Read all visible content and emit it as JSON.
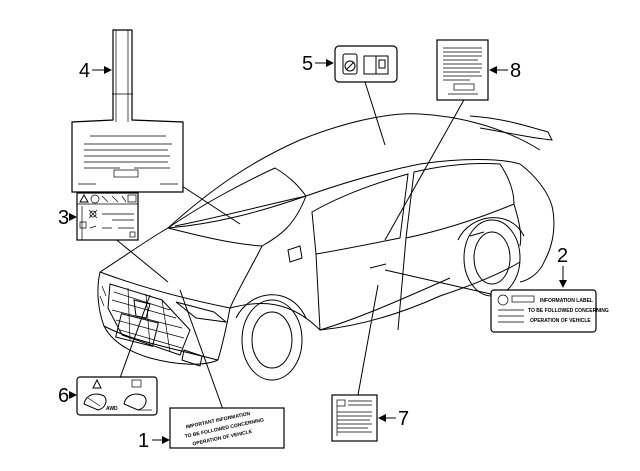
{
  "callouts": {
    "c1": "1",
    "c2": "2",
    "c3": "3",
    "c4": "4",
    "c5": "5",
    "c6": "6",
    "c7": "7",
    "c8": "8"
  },
  "label_text": {
    "label1": [
      "IMPORTANT INFORMATION",
      "TO BE FOLLOWED CONCERNING",
      "OPERATION OF VEHICLE"
    ],
    "label2": [
      "INFORMATION LABEL",
      "TO BE FOLLOWED CONCERNING",
      "OPERATION OF VEHICLE"
    ],
    "label6_awd": "AWD"
  },
  "colors": {
    "line": "#000000",
    "background": "#ffffff"
  }
}
